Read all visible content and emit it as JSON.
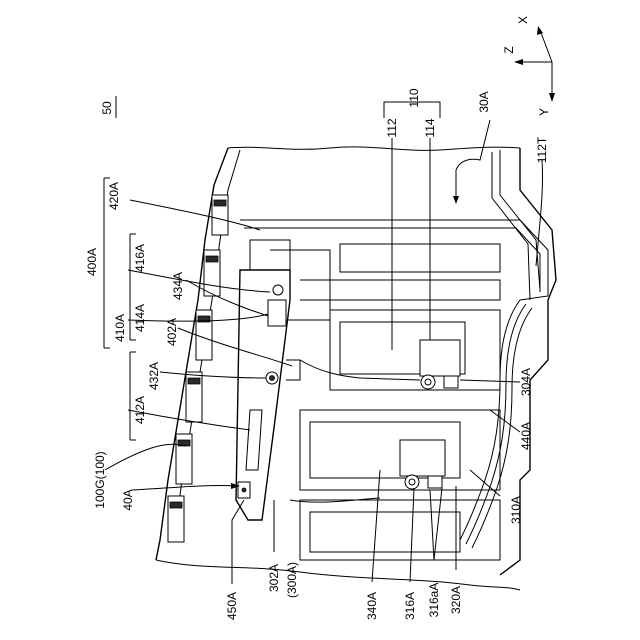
{
  "figure": {
    "ref_number": "50",
    "axes": {
      "x": "X",
      "y": "Y",
      "z": "Z"
    },
    "labels": {
      "l_110": "110",
      "l_112": "112",
      "l_114": "114",
      "l_30A": "30A",
      "l_112T": "112T",
      "l_420A": "420A",
      "l_400A": "400A",
      "l_416A": "416A",
      "l_434A": "434A",
      "l_410A": "410A",
      "l_414A": "414A",
      "l_402A": "402A",
      "l_432A": "432A",
      "l_412A": "412A",
      "l_100G": "100G(100)",
      "l_40A": "40A",
      "l_450A": "450A",
      "l_302A": "302A",
      "l_300A": "(300A)",
      "l_340A": "340A",
      "l_316A": "316A",
      "l_316aA": "316aA",
      "l_320A": "320A",
      "l_310A": "310A",
      "l_440A": "440A",
      "l_304A": "304A"
    }
  }
}
